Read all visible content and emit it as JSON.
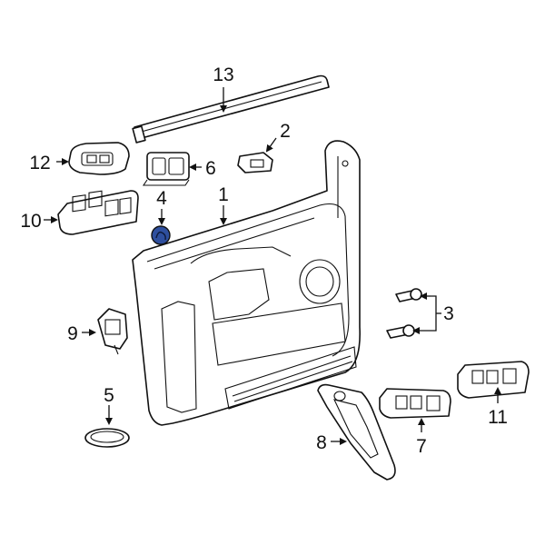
{
  "callouts": {
    "c1": "1",
    "c2": "2",
    "c3": "3",
    "c4": "4",
    "c5": "5",
    "c6": "6",
    "c7": "7",
    "c8": "8",
    "c9": "9",
    "c10": "10",
    "c11": "11",
    "c12": "12",
    "c13": "13"
  },
  "colors": {
    "line": "#111111",
    "highlight": "#2e4f9e",
    "background": "#ffffff"
  },
  "highlighted_part": "4"
}
